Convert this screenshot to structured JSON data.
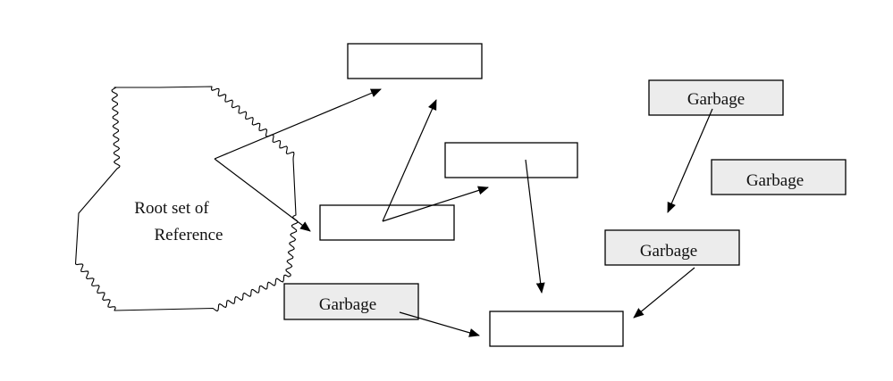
{
  "root_set": {
    "label_line1": "Root set of",
    "label_line2": "Reference"
  },
  "garbage_label": "Garbage",
  "colors": {
    "line": "#000000",
    "garbage_fill": "#ececec",
    "object_fill": "#ffffff",
    "background": "#ffffff"
  }
}
